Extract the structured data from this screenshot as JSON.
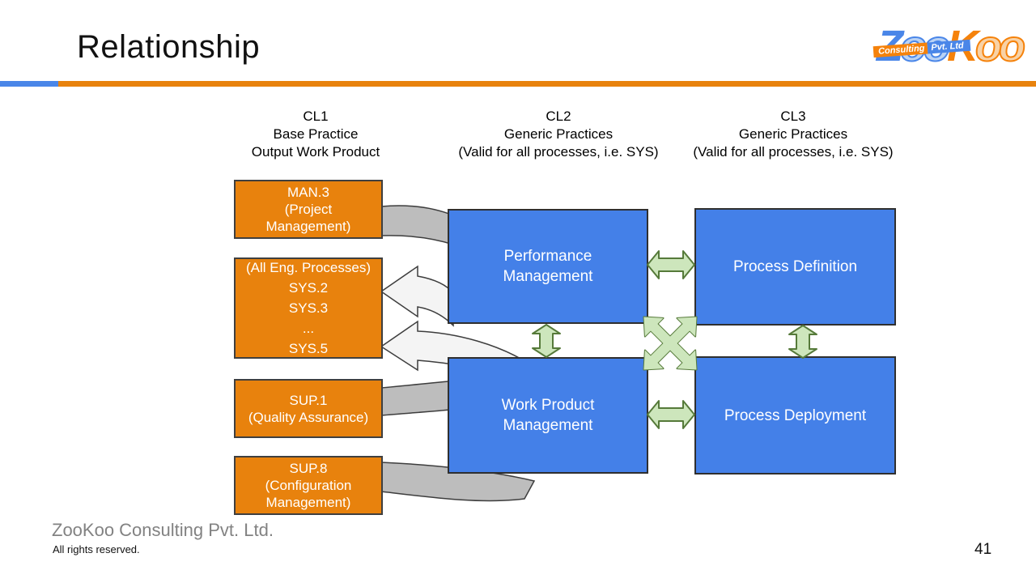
{
  "slide": {
    "title": "Relationship",
    "page_number": "41"
  },
  "logo": {
    "z": "Z",
    "oo1": "oo",
    "k": "K",
    "oo2": "oo",
    "ribbon_left": "Consulting",
    "ribbon_right": "Pvt. Ltd"
  },
  "headers": [
    {
      "label": "CL1\nBase Practice\nOutput Work Product"
    },
    {
      "label": "CL2\nGeneric Practices\n(Valid for all processes, i.e. SYS)"
    },
    {
      "label": "CL3\nGeneric Practices\n(Valid for all processes, i.e. SYS)"
    }
  ],
  "process_boxes": [
    {
      "id": "MAN.3",
      "label": "MAN.3\n(Project\nManagement)"
    },
    {
      "id": "SYS",
      "label": "(All Eng. Processes)\nSYS.2\nSYS.3\n...\nSYS.5"
    },
    {
      "id": "SUP.1",
      "label": "SUP.1\n(Quality Assurance)"
    },
    {
      "id": "SUP.8",
      "label": "SUP.8\n(Configuration\nManagement)"
    }
  ],
  "capability_boxes": [
    {
      "label": "Performance\nManagement"
    },
    {
      "label": "Process Definition"
    },
    {
      "label": "Work Product\nManagement"
    },
    {
      "label": "Process Deployment"
    }
  ],
  "footer": {
    "company": "ZooKoo Consulting Pvt. Ltd.",
    "rights": "All rights reserved."
  },
  "colors": {
    "accent_orange": "#e8820d",
    "accent_blue": "#4480e8",
    "logo_blue": "#4a86e8",
    "logo_orange": "#f5820b",
    "green_arrow_fill": "#cde6bc",
    "green_arrow_stroke": "#567a3a",
    "gray_connector": "#bdbdbd",
    "white_arrow": "#f4f4f4",
    "footer_gray": "#828282"
  }
}
